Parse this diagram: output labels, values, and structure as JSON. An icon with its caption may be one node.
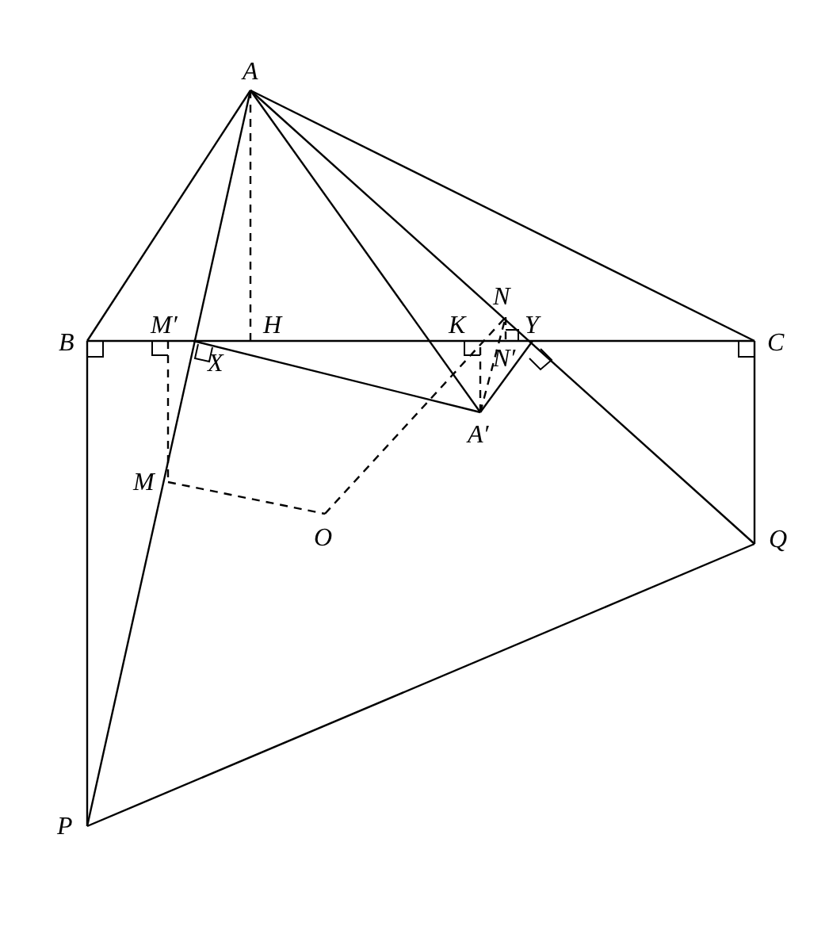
{
  "diagram": {
    "labels": [
      "A",
      "B",
      "M′",
      "H",
      "K",
      "N",
      "Y",
      "C",
      "X",
      "N′",
      "A′",
      "M",
      "O",
      "Q",
      "P"
    ]
  }
}
